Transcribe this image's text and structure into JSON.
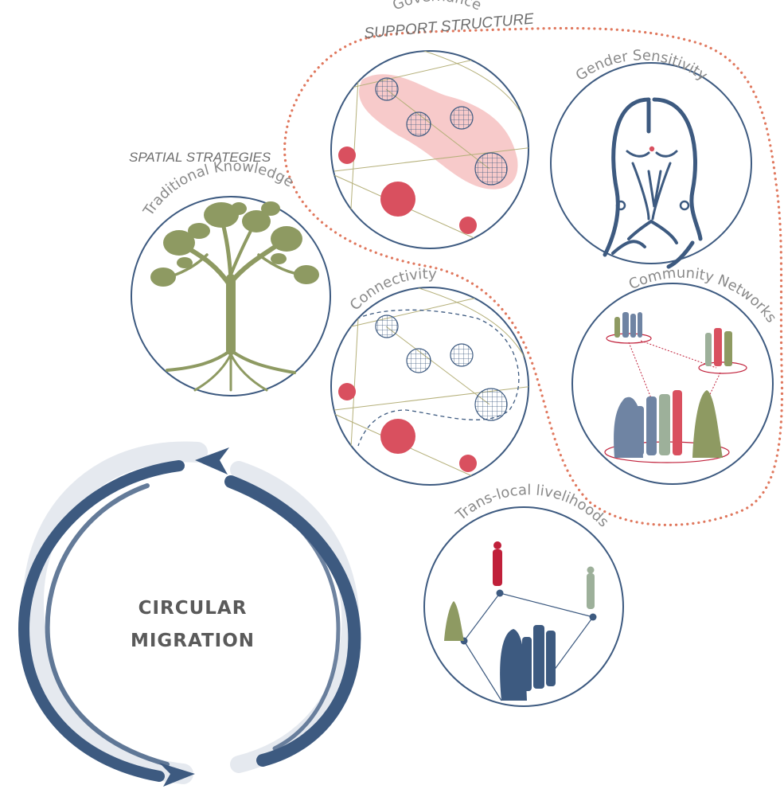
{
  "headings": {
    "support_structure": "SUPPORT STRUCTURE",
    "spatial_strategies": "SPATIAL STRATEGIES"
  },
  "circles": {
    "governance": "Governance",
    "gender_sensitivity": "Gender Sensitivity",
    "traditional_knowledge": "Traditional Knowledge",
    "connectivity": "Connectivity",
    "community_networks": "Community Networks",
    "translocal_livelihoods": "Trans-local livelihoods"
  },
  "center": {
    "line1": "CIRCULAR",
    "line2": "MIGRATION"
  },
  "colors": {
    "navy": "#3d5a80",
    "red": "#d9505f",
    "pink_fill": "#f6c4c4",
    "olive": "#8e9a62",
    "sage": "#9db09a",
    "slate": "#6f84a3",
    "dotted_orange": "#e0785e",
    "pale_grey": "#e4e8ee"
  }
}
